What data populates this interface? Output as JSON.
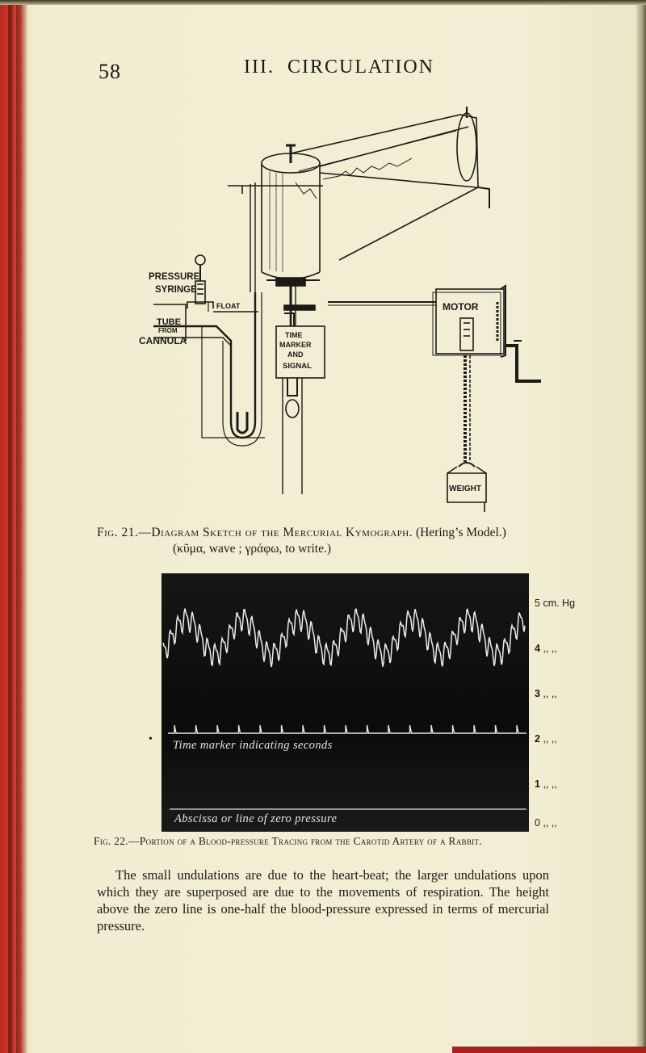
{
  "page": {
    "number": "58",
    "chapter_numeral": "III.",
    "chapter_title": "CIRCULATION"
  },
  "figure21": {
    "labels": {
      "pressure": "PRESSURE",
      "syringe": "SYRINGE",
      "float": "FLOAT",
      "tube": "TUBE",
      "from": "FROM",
      "cannula": "CANNULA",
      "time": "TIME",
      "marker": "MARKER",
      "and": "AND",
      "signal": "SIGNAL",
      "motor": "MOTOR",
      "weight": "WEIGHT"
    },
    "caption": {
      "fig_ref": "Fig. 21.",
      "title": "—Diagram Sketch of the Mercurial Kymograph.",
      "note": "(Hering’s Model.)",
      "etymology": "(κῦμα, wave ; γράφω, to write.)"
    }
  },
  "figure22": {
    "handwritten": {
      "time_marker": "Time marker indicating seconds",
      "abscissa": "Abscissa or line of zero pressure"
    },
    "scale": [
      {
        "value": "5",
        "unit": "cm. Hg"
      },
      {
        "value": "4",
        "unit": ",,    ,,"
      },
      {
        "value": "3",
        "unit": ",,    ,,"
      },
      {
        "value": "2",
        "unit": ",,    ,,"
      },
      {
        "value": "1",
        "unit": ",,    ,,"
      },
      {
        "value": "0",
        "unit": ",,    ,,"
      }
    ],
    "caption": {
      "fig_ref": "Fig. 22.",
      "title": "—Portion of a Blood-pressure Tracing from the Carotid Artery of a Rabbit."
    },
    "bullet": "•"
  },
  "body": {
    "paragraph": "The small undulations are due to the heart-beat; the larger undulations upon which they are superposed are due to the movements of respiration. The height above the zero line is one-half the blood-pressure expressed in terms of mercurial pressure."
  }
}
